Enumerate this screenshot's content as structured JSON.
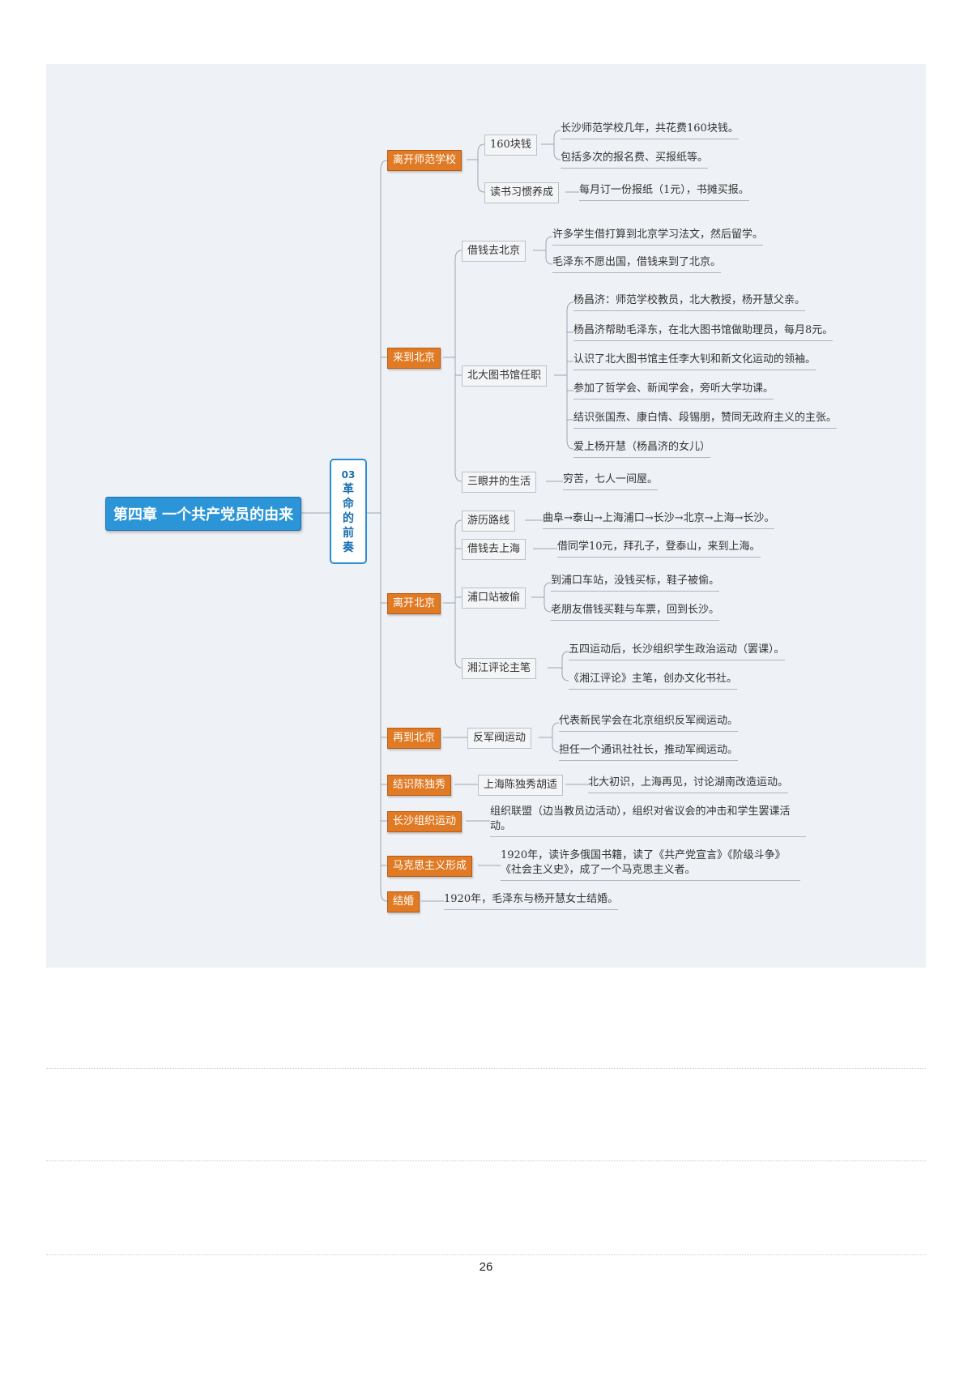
{
  "root": "第四章 一个共产党员的由来",
  "hub": {
    "number": "03",
    "title": "革命的前奏"
  },
  "branches": {
    "b1": {
      "label": "离开师范学校",
      "s1": {
        "label": "160块钱",
        "l1": "长沙师范学校几年，共花费160块钱。",
        "l2": "包括多次的报名费、买报纸等。"
      },
      "s2": {
        "label": "读书习惯养成",
        "l1": "每月订一份报纸（1元），书摊买报。"
      }
    },
    "b2": {
      "label": "来到北京",
      "s1": {
        "label": "借钱去北京",
        "l1": "许多学生借打算到北京学习法文，然后留学。",
        "l2": "毛泽东不愿出国，借钱来到了北京。"
      },
      "s2": {
        "label": "北大图书馆任职",
        "l1": "杨昌济：师范学校教员，北大教授，杨开慧父亲。",
        "l2": "杨昌济帮助毛泽东，在北大图书馆做助理员，每月8元。",
        "l3": "认识了北大图书馆主任李大钊和新文化运动的领袖。",
        "l4": "参加了哲学会、新闻学会，旁听大学功课。",
        "l5": "结识张国焘、康白情、段锡朋，赞同无政府主义的主张。",
        "l6": "爱上杨开慧（杨昌济的女儿）"
      },
      "s3": {
        "label": "三眼井的生活",
        "l1": "穷苦，七人一间屋。"
      }
    },
    "b3": {
      "label": "离开北京",
      "s1": {
        "label": "游历路线",
        "l1": "曲阜→泰山→上海浦口→长沙→北京→上海→长沙。"
      },
      "s2": {
        "label": "借钱去上海",
        "l1": "借同学10元，拜孔子，登泰山，来到上海。"
      },
      "s3": {
        "label": "浦口站被偷",
        "l1": "到浦口车站，没钱买标，鞋子被偷。",
        "l2": "老朋友借钱买鞋与车票，回到长沙。"
      },
      "s4": {
        "label": "湘江评论主笔",
        "l1": "五四运动后，长沙组织学生政治运动（罢课）。",
        "l2": "《湘江评论》主笔，创办文化书社。"
      }
    },
    "b4": {
      "label": "再到北京",
      "s1": {
        "label": "反军阀运动",
        "l1": "代表新民学会在北京组织反军阀运动。",
        "l2": "担任一个通讯社社长，推动军阀运动。"
      }
    },
    "b5": {
      "label": "结识陈独秀",
      "s1": {
        "label": "上海陈独秀胡适",
        "l1": "北大初识，上海再见，讨论湖南改造运动。"
      }
    },
    "b6": {
      "label": "长沙组织运动",
      "l1": "组织联盟（边当教员边活动），组织对省议会的冲击和学生罢课活动。"
    },
    "b7": {
      "label": "马克思主义形成",
      "l1": "1920年，读许多俄国书籍，读了《共产党宣言》《阶级斗争》《社会主义史》，成了一个马克思主义者。"
    },
    "b8": {
      "label": "结婚",
      "l1": "1920年，毛泽东与杨开慧女士结婚。"
    }
  },
  "page_number": "26",
  "colors": {
    "root": "#2b95d8",
    "branch": "#e07a24",
    "panel": "#eef1f6",
    "line": "#9aa7b5"
  }
}
